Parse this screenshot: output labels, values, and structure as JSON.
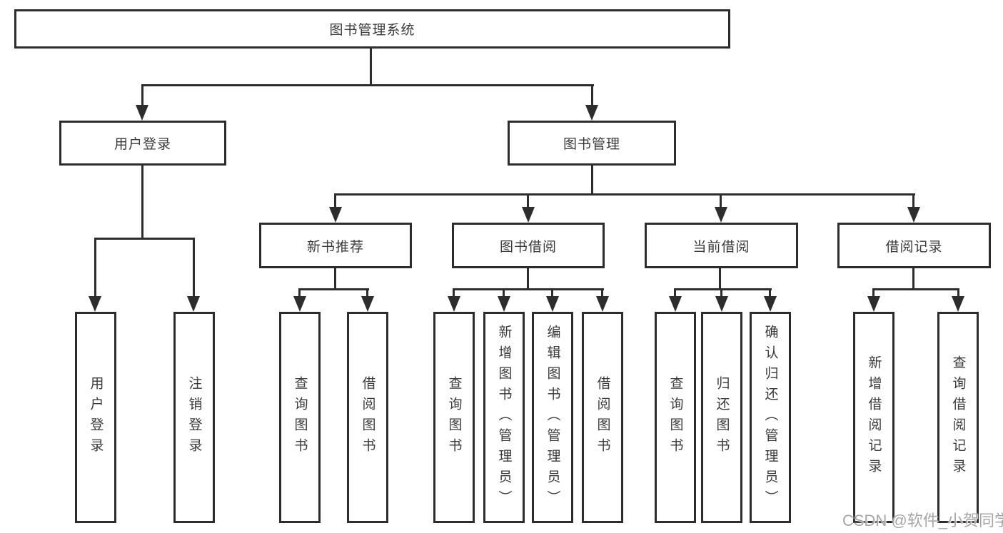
{
  "diagram": {
    "root": {
      "label": "图书管理系统"
    },
    "user_login": {
      "label": "用户登录",
      "children": [
        {
          "label": "用户登录"
        },
        {
          "label": "注销登录"
        }
      ]
    },
    "book_management": {
      "label": "图书管理",
      "sections": [
        {
          "label": "新书推荐",
          "children": [
            {
              "label": "查询图书"
            },
            {
              "label": "借阅图书"
            }
          ]
        },
        {
          "label": "图书借阅",
          "children": [
            {
              "label": "查询图书"
            },
            {
              "label": "新增图书（管理员）"
            },
            {
              "label": "编辑图书（管理员）"
            },
            {
              "label": "借阅图书"
            }
          ]
        },
        {
          "label": "当前借阅",
          "children": [
            {
              "label": "查询图书"
            },
            {
              "label": "归还图书"
            },
            {
              "label": "确认归还（管理员）"
            }
          ]
        },
        {
          "label": "借阅记录",
          "children": [
            {
              "label": "新增借阅记录"
            },
            {
              "label": "查询借阅记录"
            }
          ]
        }
      ]
    }
  },
  "watermark": {
    "text": "CSDN @软件_小贺同学",
    "color": "#a6a6a6"
  },
  "colors": {
    "line": "#2d2d2d",
    "text": "#3a3a3a",
    "background": "#ffffff"
  }
}
